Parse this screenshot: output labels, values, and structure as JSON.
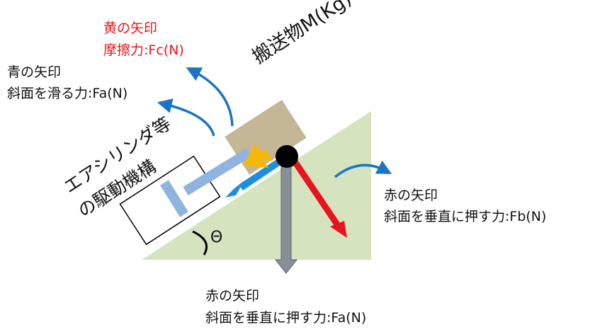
{
  "colors": {
    "slope_fill": "#d5e3bf",
    "box_fill": "#c4b796",
    "blue_arrow": "#1e8fe0",
    "blue_curve": "#1b74c4",
    "yellow_arrow": "#f5b80a",
    "red_arrow": "#e8141c",
    "gray_arrow": "#8a8f97",
    "cylinder_blue": "#8fb4df",
    "red_text": "#e8141c"
  },
  "labels": {
    "yellow_title": "黄の矢印",
    "yellow_desc": "摩擦力:Fc(N)",
    "blue_title": "青の矢印",
    "blue_desc": "斜面を滑る力:Fa(N)",
    "red_right_title": "赤の矢印",
    "red_right_desc": "斜面を垂直に押す力:Fb(N)",
    "red_bottom_title": "赤の矢印",
    "red_bottom_desc": "斜面を垂直に押す力:Fa(N)",
    "cargo": "搬送物M(Kg)",
    "cylinder_line1": "エアシリンダ等",
    "cylinder_line2": "の駆動機構",
    "angle": "Θ"
  }
}
